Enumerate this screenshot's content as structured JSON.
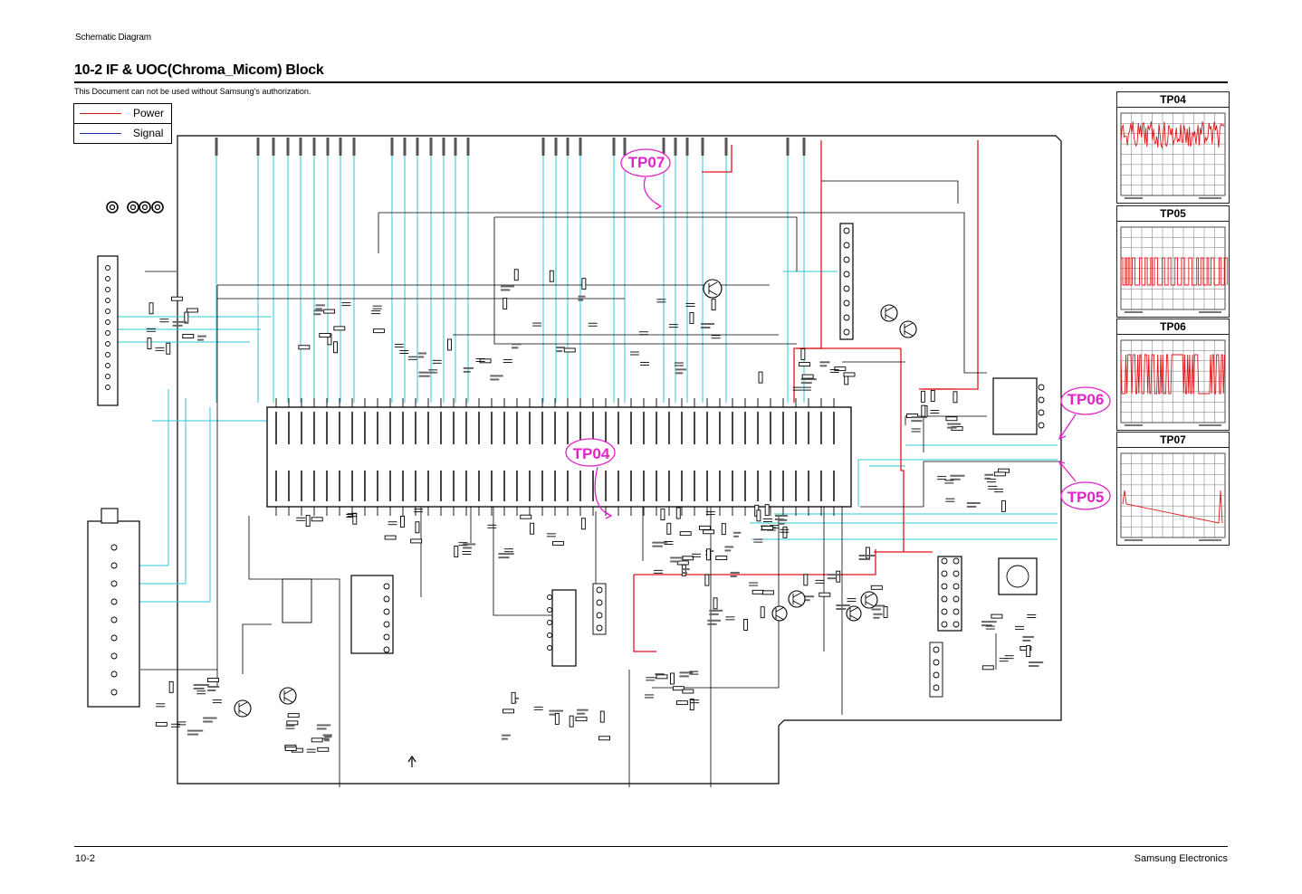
{
  "header": {
    "section": "Schematic Diagram",
    "title": "10-2 IF & UOC(Chroma_Micom) Block",
    "note": "This Document can not be used without Samsung's authorization."
  },
  "legend": {
    "items": [
      {
        "label": "Power",
        "color": "#cc1f1f"
      },
      {
        "label": "Signal",
        "color": "#1f2fa8"
      }
    ]
  },
  "colors": {
    "power_trace": "#e0161b",
    "signal_trace": "#2ec9d6",
    "wire": "#000000",
    "callout": "#e024c8",
    "waveform": "#e0161b"
  },
  "test_points": [
    {
      "label": "TP07"
    },
    {
      "label": "TP04"
    },
    {
      "label": "TP06"
    },
    {
      "label": "TP05"
    }
  ],
  "waveforms": [
    {
      "title": "TP04",
      "pattern": "noise"
    },
    {
      "title": "TP05",
      "pattern": "pulses"
    },
    {
      "title": "TP06",
      "pattern": "burst"
    },
    {
      "title": "TP07",
      "pattern": "ramp"
    }
  ],
  "footer": {
    "page": "10-2",
    "company": "Samsung Electronics"
  }
}
